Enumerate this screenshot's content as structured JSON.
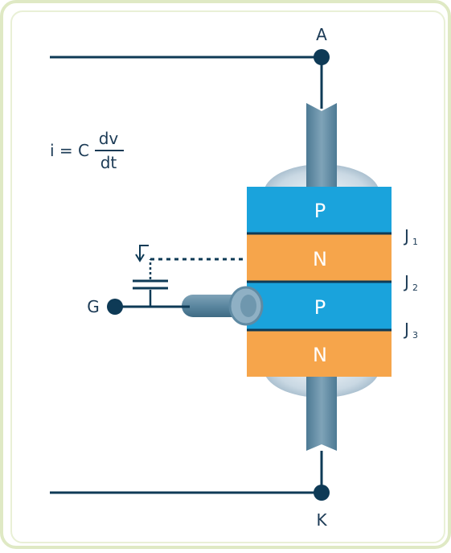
{
  "diagram": {
    "formula": {
      "lhs": "i = C",
      "numerator": "dv",
      "denominator": "dt"
    },
    "terminals": {
      "anode": "A",
      "cathode": "K",
      "gate": "G"
    },
    "layers": [
      "P",
      "N",
      "P",
      "N"
    ],
    "junctions": [
      {
        "letter": "J",
        "index": "1"
      },
      {
        "letter": "J",
        "index": "2"
      },
      {
        "letter": "J",
        "index": "3"
      }
    ],
    "colors": {
      "frame": "#dfe9c4",
      "wire": "#0e3a56",
      "p_layer": "#1aa3dc",
      "n_layer": "#f6a54b",
      "junction_line": "#0e3a56",
      "lead": "#5f8aa3",
      "capsule": "#c6d6e2"
    }
  }
}
